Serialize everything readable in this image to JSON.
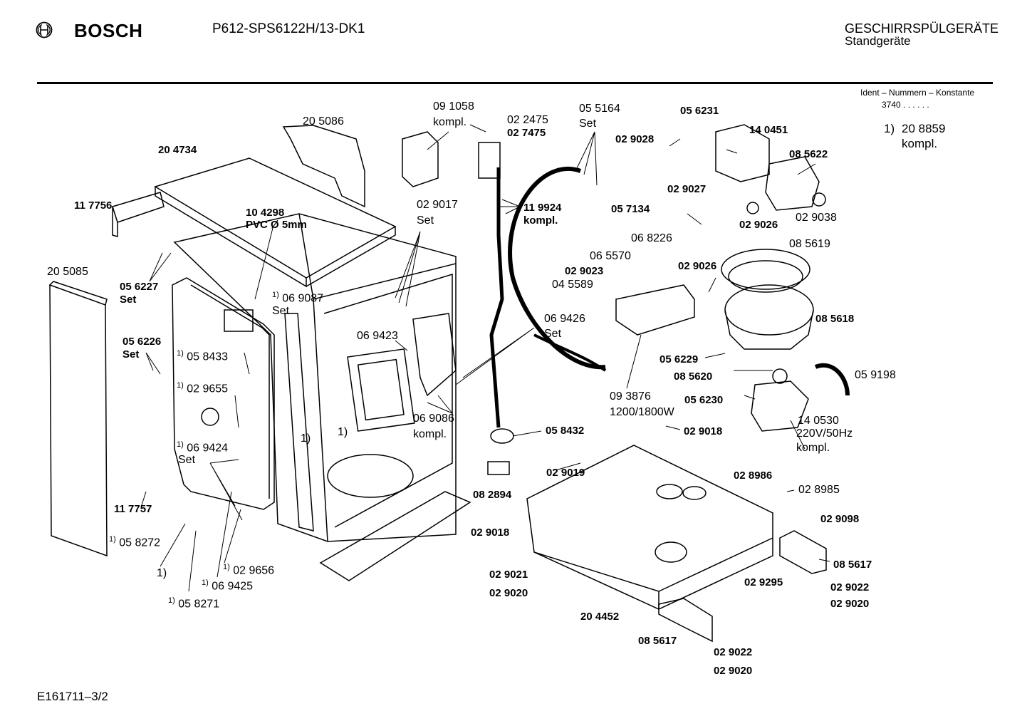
{
  "header": {
    "brand": "BOSCH",
    "model": "P612-SPS6122H/13-DK1",
    "category": "GESCHIRRSPÜLGERÄTE",
    "subcategory": "Standgeräte",
    "ident_label": "Ident – Nummern – Konstante",
    "ident_value": "3740  .  .  .  .  .  ."
  },
  "footnote_ref": {
    "marker": "1)",
    "part": "20 8859",
    "note": "kompl."
  },
  "footer": {
    "drawing_no": "E161711–3/2"
  },
  "labels": [
    {
      "id": "p205086",
      "text": "20 5086",
      "bold": false
    },
    {
      "id": "p204734",
      "text": "20 4734",
      "bold": true
    },
    {
      "id": "p117756",
      "text": "11 7756",
      "bold": true
    },
    {
      "id": "p104298",
      "text": "10 4298",
      "bold": true
    },
    {
      "id": "pvc",
      "text": "PVC Ø 5mm",
      "bold": true
    },
    {
      "id": "p205085",
      "text": "20 5085",
      "bold": false
    },
    {
      "id": "p056227",
      "text": "05 6227",
      "bold": true
    },
    {
      "id": "set1",
      "text": "Set",
      "bold": true
    },
    {
      "id": "p056226",
      "text": "05 6226",
      "bold": true
    },
    {
      "id": "set2",
      "text": "Set",
      "bold": true
    },
    {
      "id": "p069087",
      "text": "06 9087",
      "bold": false,
      "fn": "1)"
    },
    {
      "id": "set3",
      "text": "Set",
      "bold": false
    },
    {
      "id": "p058433",
      "text": "05 8433",
      "bold": false,
      "fn": "1)"
    },
    {
      "id": "p029655",
      "text": "02 9655",
      "bold": false,
      "fn": "1)"
    },
    {
      "id": "p069424",
      "text": "06 9424",
      "bold": false,
      "fn": "1)"
    },
    {
      "id": "set4",
      "text": "Set",
      "bold": false
    },
    {
      "id": "p117757",
      "text": "11 7757",
      "bold": true
    },
    {
      "id": "p058272",
      "text": "05 8272",
      "bold": false,
      "fn": "1)"
    },
    {
      "id": "fn1a",
      "text": "1)",
      "bold": false
    },
    {
      "id": "p029656",
      "text": "02 9656",
      "bold": false,
      "fn": "1)"
    },
    {
      "id": "p069425",
      "text": "06 9425",
      "bold": false,
      "fn": "1)"
    },
    {
      "id": "p058271",
      "text": "05 8271",
      "bold": false,
      "fn": "1)"
    },
    {
      "id": "fn1b",
      "text": "1)",
      "bold": false
    },
    {
      "id": "fn1c",
      "text": "1)",
      "bold": false
    },
    {
      "id": "p091058",
      "text": "09 1058",
      "bold": false
    },
    {
      "id": "kompl1",
      "text": "kompl.",
      "bold": false
    },
    {
      "id": "p022475",
      "text": "02 2475",
      "bold": false
    },
    {
      "id": "p027475",
      "text": "02 7475",
      "bold": true
    },
    {
      "id": "p055164",
      "text": "05 5164",
      "bold": false
    },
    {
      "id": "set5",
      "text": "Set",
      "bold": false
    },
    {
      "id": "p029017",
      "text": "02 9017",
      "bold": false
    },
    {
      "id": "set6",
      "text": "Set",
      "bold": false
    },
    {
      "id": "p119924",
      "text": "11 9924",
      "bold": true
    },
    {
      "id": "kompl2",
      "text": "kompl.",
      "bold": true
    },
    {
      "id": "p069423",
      "text": "06 9423",
      "bold": false
    },
    {
      "id": "p069426",
      "text": "06 9426",
      "bold": false
    },
    {
      "id": "set7",
      "text": "Set",
      "bold": false
    },
    {
      "id": "p069086",
      "text": "06 9086",
      "bold": false
    },
    {
      "id": "kompl3",
      "text": "kompl.",
      "bold": false
    },
    {
      "id": "p058432",
      "text": "05 8432",
      "bold": true
    },
    {
      "id": "p082894",
      "text": "08 2894",
      "bold": true
    },
    {
      "id": "p029018a",
      "text": "02 9018",
      "bold": true
    },
    {
      "id": "p029021",
      "text": "02 9021",
      "bold": true
    },
    {
      "id": "p029020a",
      "text": "02 9020",
      "bold": true
    },
    {
      "id": "p204452",
      "text": "20 4452",
      "bold": true
    },
    {
      "id": "p085617a",
      "text": "08 5617",
      "bold": true
    },
    {
      "id": "p029022a",
      "text": "02 9022",
      "bold": true
    },
    {
      "id": "p029020b",
      "text": "02 9020",
      "bold": true
    },
    {
      "id": "p029019",
      "text": "02 9019",
      "bold": true
    },
    {
      "id": "p029018b",
      "text": "02 9018",
      "bold": true
    },
    {
      "id": "p056231",
      "text": "05 6231",
      "bold": true
    },
    {
      "id": "p029028",
      "text": "02 9028",
      "bold": true
    },
    {
      "id": "p140451",
      "text": "14 0451",
      "bold": true
    },
    {
      "id": "p085622",
      "text": "08 5622",
      "bold": true
    },
    {
      "id": "p029027",
      "text": "02 9027",
      "bold": true
    },
    {
      "id": "p057134",
      "text": "05 7134",
      "bold": true
    },
    {
      "id": "p029026a",
      "text": "02 9026",
      "bold": true
    },
    {
      "id": "p029038",
      "text": "02 9038",
      "bold": false
    },
    {
      "id": "p068226",
      "text": "06 8226",
      "bold": false
    },
    {
      "id": "p085619",
      "text": "08 5619",
      "bold": false
    },
    {
      "id": "p065570",
      "text": "06 5570",
      "bold": false
    },
    {
      "id": "p029023",
      "text": "02 9023",
      "bold": true
    },
    {
      "id": "p029026b",
      "text": "02 9026",
      "bold": true
    },
    {
      "id": "p045589",
      "text": "04 5589",
      "bold": false
    },
    {
      "id": "p085618",
      "text": "08 5618",
      "bold": true
    },
    {
      "id": "p056229",
      "text": "05 6229",
      "bold": true
    },
    {
      "id": "p085620",
      "text": "08 5620",
      "bold": true
    },
    {
      "id": "p059198",
      "text": "05 9198",
      "bold": false
    },
    {
      "id": "p093876",
      "text": "09 3876",
      "bold": false
    },
    {
      "id": "w1200",
      "text": "1200/1800W",
      "bold": false
    },
    {
      "id": "p056230",
      "text": "05 6230",
      "bold": true
    },
    {
      "id": "p140530",
      "text": "14 0530",
      "bold": false
    },
    {
      "id": "v220",
      "text": "220V/50Hz",
      "bold": false
    },
    {
      "id": "kompl4",
      "text": "kompl.",
      "bold": false
    },
    {
      "id": "p028986",
      "text": "02 8986",
      "bold": true
    },
    {
      "id": "p028985",
      "text": "02 8985",
      "bold": false
    },
    {
      "id": "p029098",
      "text": "02 9098",
      "bold": true
    },
    {
      "id": "p085617b",
      "text": "08 5617",
      "bold": true
    },
    {
      "id": "p029295",
      "text": "02 9295",
      "bold": true
    },
    {
      "id": "p029022b",
      "text": "02 9022",
      "bold": true
    },
    {
      "id": "p029020c",
      "text": "02 9020",
      "bold": true
    }
  ]
}
